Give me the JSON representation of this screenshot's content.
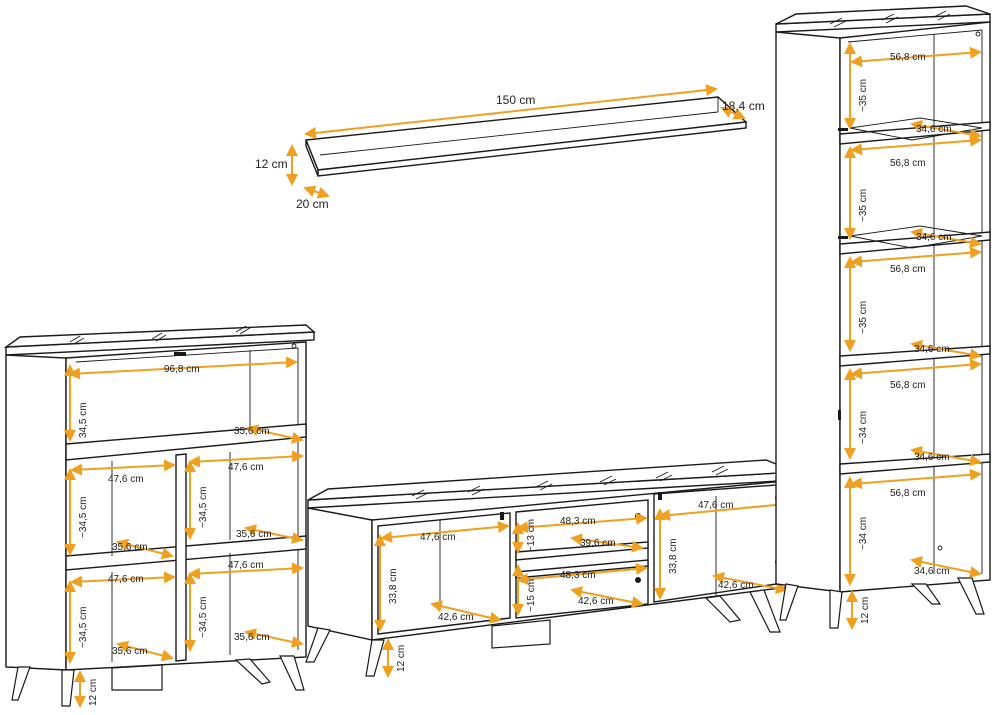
{
  "accent_color": "#f0a020",
  "outline_color": "#1a1a1a",
  "shelf": {
    "width": "150 cm",
    "depth_top": "18,4 cm",
    "height": "12 cm",
    "depth_bottom": "20 cm"
  },
  "bookcase": {
    "inner_width": "96,8 cm",
    "top_height": "34,5 cm",
    "top_depth": "35,6 cm",
    "cell_width_left_1": "47,6 cm",
    "cell_width_right_1": "47,6 cm",
    "cell_height_left_1": "~34,5 cm",
    "cell_height_right_1": "~34,5 cm",
    "cell_depth_left_1": "35,6 cm",
    "cell_depth_right_1": "35,6 cm",
    "cell_width_left_2": "47,6 cm",
    "cell_width_right_2": "47,6 cm",
    "cell_height_left_2": "~34,5 cm",
    "cell_height_right_2": "~34,5 cm",
    "cell_depth_left_2": "35,6 cm",
    "cell_depth_right_2": "35,6 cm",
    "leg_height": "12 cm"
  },
  "tv_unit": {
    "left_width": "47,6 cm",
    "left_height": "33,8 cm",
    "left_depth": "42,6 cm",
    "mid_width_top": "48,3 cm",
    "mid_height_top": "~13 cm",
    "mid_depth_top": "39,6 cm",
    "mid_width_bottom": "48,3 cm",
    "mid_height_bottom": "~15 cm",
    "mid_depth_bottom": "42,6 cm",
    "right_width": "47,6 cm",
    "right_height": "33,8 cm",
    "right_depth": "42,6 cm",
    "leg_height": "12 cm"
  },
  "tall_cabinet": {
    "widths": [
      "56,8 cm",
      "56,8 cm",
      "56,8 cm",
      "56,8 cm",
      "56,8 cm"
    ],
    "heights": [
      "~35 cm",
      "~35 cm",
      "~35 cm",
      "~34 cm",
      "~34 cm"
    ],
    "depths": [
      "34,6 cm",
      "34,6 cm",
      "34,6 cm",
      "34,6 cm",
      "34,6 cm"
    ],
    "leg_height": "12 cm"
  }
}
